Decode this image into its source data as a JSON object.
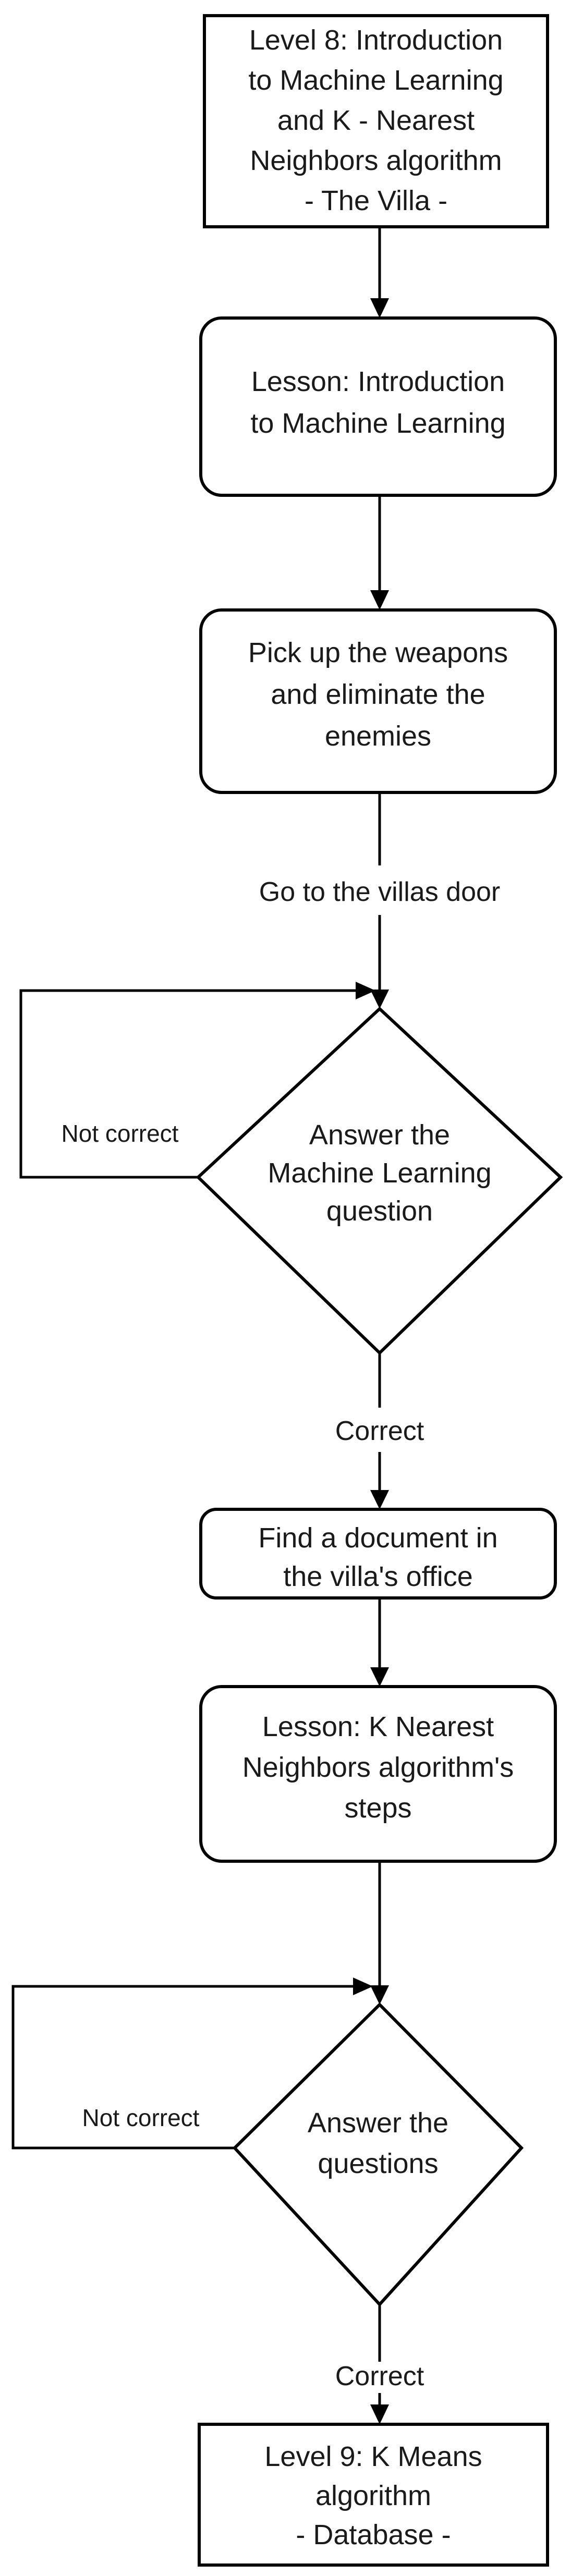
{
  "nodes": {
    "level8": {
      "lines": [
        "Level 8: Introduction",
        "to Machine Learning",
        "and K - Nearest",
        "Neighbors algorithm",
        "- The Villa -"
      ]
    },
    "lesson_ml": {
      "lines": [
        "Lesson: Introduction",
        "to Machine Learning"
      ]
    },
    "pickup": {
      "lines": [
        "Pick up the weapons",
        "and eliminate the",
        "enemies"
      ]
    },
    "answer_ml": {
      "lines": [
        "Answer the",
        "Machine Learning",
        "question"
      ]
    },
    "find_doc": {
      "lines": [
        "Find a document in",
        "the villa's office"
      ]
    },
    "lesson_knn": {
      "lines": [
        "Lesson: K Nearest",
        "Neighbors algorithm's",
        "steps"
      ]
    },
    "answer_q": {
      "lines": [
        "Answer the",
        "questions"
      ]
    },
    "level9": {
      "lines": [
        "Level 9: K Means",
        "algorithm",
        "- Database -"
      ]
    }
  },
  "edges": {
    "go_door": "Go to the villas door",
    "not_correct_1": "Not correct",
    "correct_1": "Correct",
    "not_correct_2": "Not correct",
    "correct_2": "Correct"
  }
}
